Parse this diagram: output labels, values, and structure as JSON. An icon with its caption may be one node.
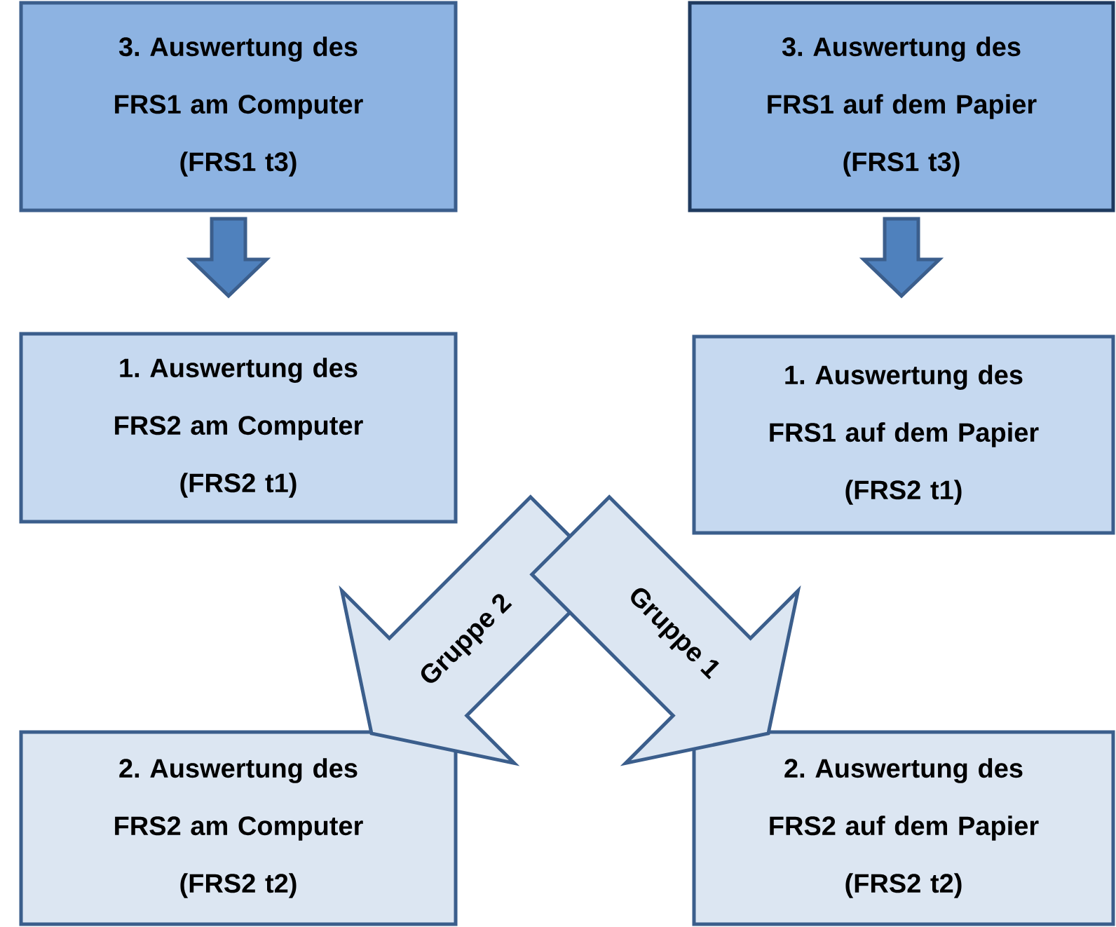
{
  "diagram": {
    "nodes": [
      {
        "text": [
          "3. Auswertung des FRS1 am Computer",
          "(FRS1 t3)"
        ]
      },
      {
        "text": [
          "3. Auswertung des FRS1 auf dem Papier",
          "(FRS1 t3)"
        ]
      },
      {
        "text": [
          "1. Auswertung des FRS2 am Computer",
          "(FRS2 t1)"
        ]
      },
      {
        "text": [
          "1. Auswertung des FRS1 auf dem Papier",
          "(FRS2 t1)"
        ]
      },
      {
        "text": [
          "2. Auswertung des FRS2 am Computer",
          "(FRS2 t2)"
        ]
      },
      {
        "text": [
          "2. Auswertung des FRS2 auf dem Papier",
          "(FRS2 t2)"
        ]
      }
    ],
    "edges": [
      {
        "from": 0,
        "to": 2,
        "arrow": "to"
      },
      {
        "from": 1,
        "to": 3,
        "arrow": "to"
      },
      {
        "from": 3,
        "to": 4,
        "arrow": "to",
        "label": "Gruppe 2"
      },
      {
        "from": 2,
        "to": 5,
        "arrow": "to",
        "label": "Gruppe 1"
      }
    ]
  }
}
